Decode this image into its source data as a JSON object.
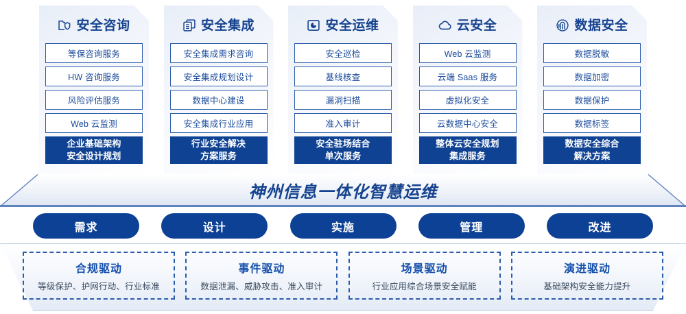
{
  "columns": [
    {
      "icon": "folder-shield-icon",
      "title": "安全咨询",
      "items": [
        "等保咨询服务",
        "HW 咨询服务",
        "风险评估服务",
        "Web 云监测"
      ],
      "summary": [
        "企业基础架构",
        "安全设计规划"
      ]
    },
    {
      "icon": "stacked-documents-icon",
      "title": "安全集成",
      "items": [
        "安全集成需求咨询",
        "安全集成规划设计",
        "数据中心建设",
        "安全集成行业应用"
      ],
      "summary": [
        "行业安全解决",
        "方案服务"
      ]
    },
    {
      "icon": "monitor-chart-icon",
      "title": "安全运维",
      "items": [
        "安全巡检",
        "基线核查",
        "漏洞扫描",
        "准入审计"
      ],
      "summary": [
        "安全驻场结合",
        "单次服务"
      ]
    },
    {
      "icon": "cloud-icon",
      "title": "云安全",
      "items": [
        "Web 云监测",
        "云端 Saas 服务",
        "虚拟化安全",
        "云数据中心安全"
      ],
      "summary": [
        "整体云安全规划",
        "集成服务"
      ]
    },
    {
      "icon": "fingerprint-icon",
      "title": "数据安全",
      "items": [
        "数据脱敏",
        "数据加密",
        "数据保护",
        "数据标签"
      ],
      "summary": [
        "数据安全综合",
        "解决方案"
      ]
    }
  ],
  "banner": {
    "title": "神州信息一体化智慧运维"
  },
  "phases": [
    {
      "label": "需求"
    },
    {
      "label": "设计"
    },
    {
      "label": "实施"
    },
    {
      "label": "管理"
    },
    {
      "label": "改进"
    }
  ],
  "drivers": [
    {
      "title": "合规驱动",
      "sub": "等级保护、护网行动、行业标准"
    },
    {
      "title": "事件驱动",
      "sub": "数据泄漏、威胁攻击、准入审计"
    },
    {
      "title": "场景驱动",
      "sub": "行业应用综合场景安全赋能"
    },
    {
      "title": "演进驱动",
      "sub": "基础架构安全能力提升"
    }
  ],
  "colors": {
    "primary_blue": "#0f4293",
    "accent_blue": "#1450ad",
    "border_blue": "#2a5caa",
    "text_blue": "#16438f"
  }
}
